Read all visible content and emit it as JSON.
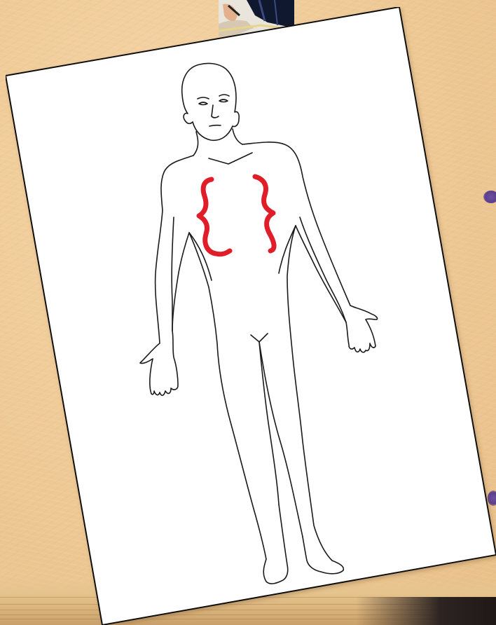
{
  "scene": {
    "background_color": "#efcb98",
    "paper_color": "#ffffff",
    "outline_color": "#1a1a1a",
    "highlight_color": "#e01e2a",
    "accent_mark_color": "#5a3e8c"
  },
  "diagram": {
    "subject": "human-body-outline",
    "view": "front",
    "highlighted_region": "chest",
    "highlight_shape": "pair-of-curly-braces"
  }
}
